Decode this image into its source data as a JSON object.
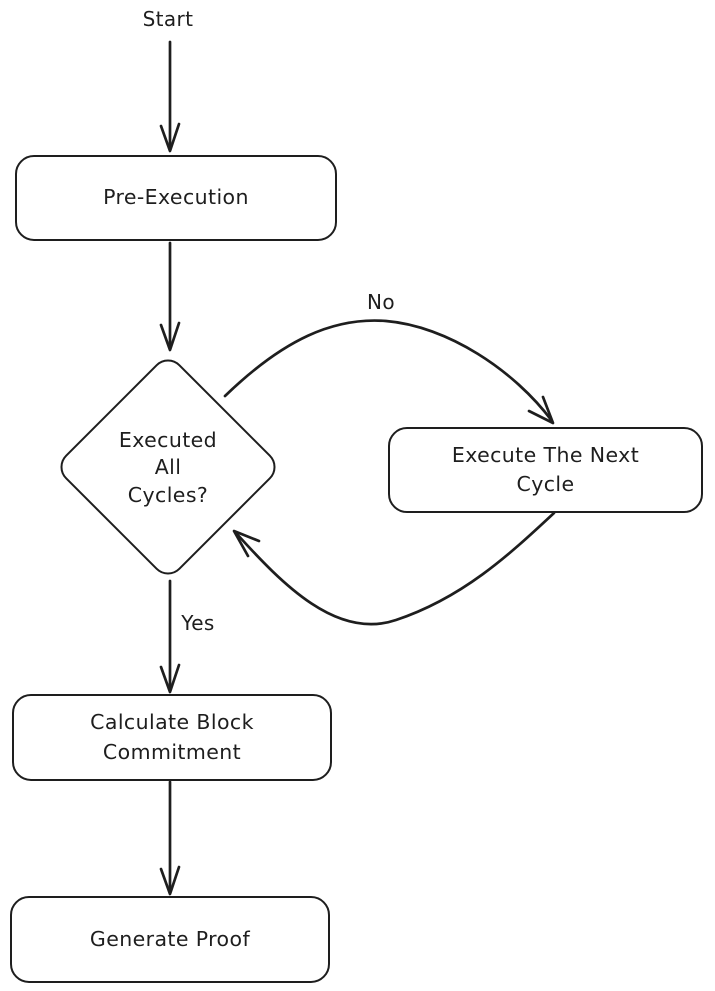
{
  "diagram": {
    "type": "flowchart",
    "style": "hand-drawn",
    "colors": {
      "ink": "#1e1e1e",
      "background": "#ffffff"
    },
    "nodes": {
      "start": {
        "label": "Start"
      },
      "pre_execution": {
        "label": "Pre-Execution"
      },
      "decision": {
        "line1": "Executed",
        "line2": "All",
        "line3": "Cycles?"
      },
      "execute_next": {
        "line1": "Execute The Next",
        "line2": "Cycle"
      },
      "calculate": {
        "line1": "Calculate Block",
        "line2": "Commitment"
      },
      "generate_proof": {
        "label": "Generate Proof"
      }
    },
    "edges": {
      "start_to_pre": {
        "label": ""
      },
      "pre_to_decision": {
        "label": ""
      },
      "decision_no": {
        "label": "No"
      },
      "decision_yes": {
        "label": "Yes"
      },
      "execute_loop_back": {
        "label": ""
      },
      "calc_to_generate": {
        "label": ""
      }
    }
  }
}
